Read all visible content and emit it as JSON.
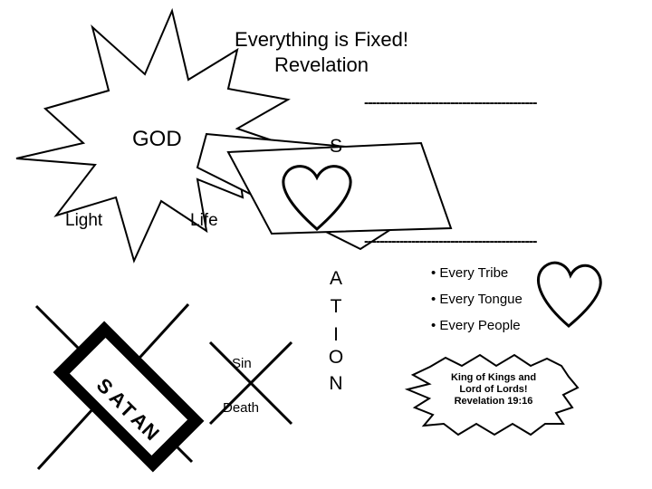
{
  "title": {
    "line1": "Everything is Fixed!",
    "line2": "Revelation"
  },
  "dashes": "--------------------------------------------",
  "labels": {
    "god": "GOD",
    "light": "Light",
    "life": "Life",
    "sin": "Sin",
    "death": "Death",
    "s_letter": "S"
  },
  "vertical_word": [
    "A",
    "T",
    "I",
    "O",
    "N"
  ],
  "satan_letters": [
    "S",
    "A",
    "T",
    "A",
    "N"
  ],
  "bullets": [
    "• Every Tribe",
    "• Every Tongue",
    "• Every People"
  ],
  "badge": {
    "line1": "King of Kings and",
    "line2": "Lord of Lords!",
    "line3": "Revelation 19:16"
  }
}
